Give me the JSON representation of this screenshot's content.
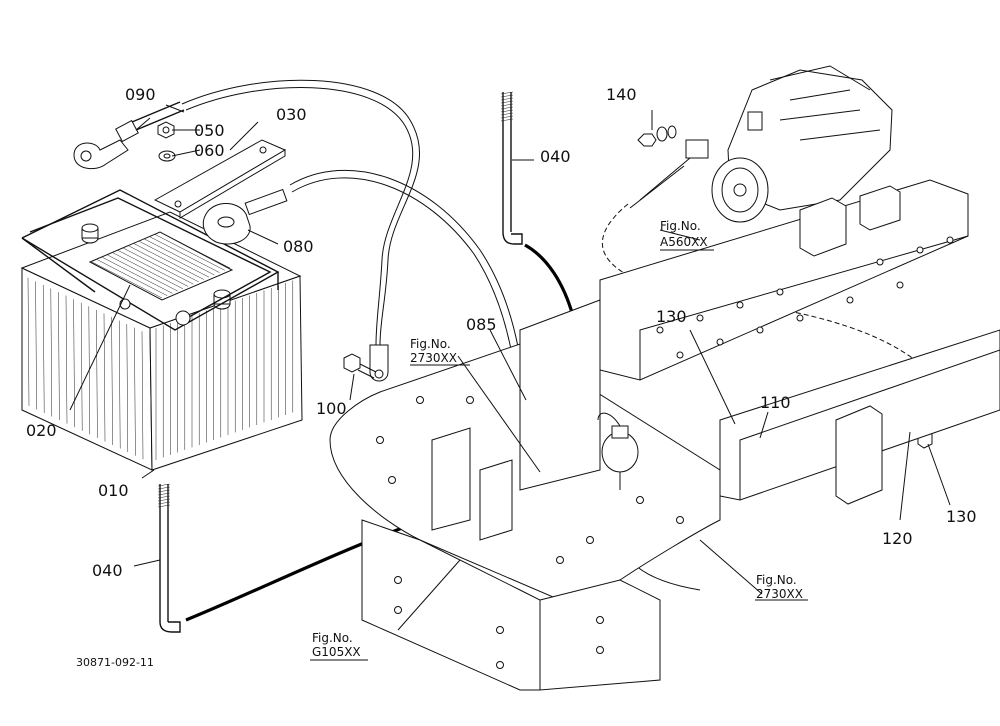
{
  "labels": {
    "p010": "010",
    "p020": "020",
    "p030": "030",
    "p040a": "040",
    "p040b": "040",
    "p050": "050",
    "p060": "060",
    "p080": "080",
    "p085": "085",
    "p090": "090",
    "p100": "100",
    "p110": "110",
    "p120": "120",
    "p130a": "130",
    "p130b": "130",
    "p140": "140"
  },
  "figure_refs": {
    "a560": {
      "line1": "Fig.No.",
      "line2": "A560XX"
    },
    "f2730_top": {
      "line1": "Fig.No.",
      "line2": "2730XX"
    },
    "f2730_bottom": {
      "line1": "Fig.No.",
      "line2": "2730XX"
    },
    "g105": {
      "line1": "Fig.No.",
      "line2": "G105XX"
    }
  },
  "drawing_id": "30871-092-11"
}
